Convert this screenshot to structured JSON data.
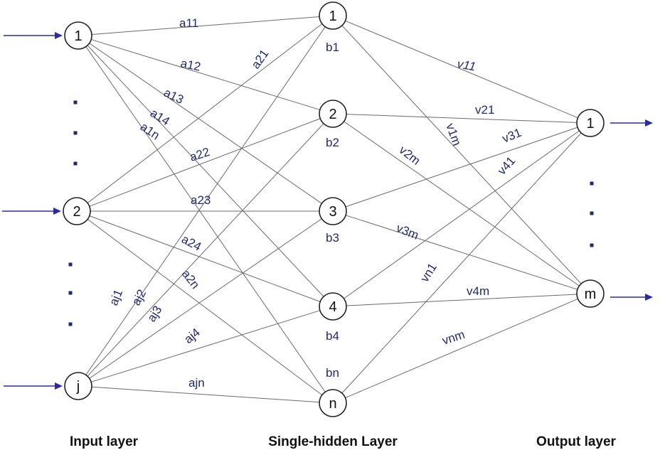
{
  "colors": {
    "edge": "#6b6b6b",
    "label": "#1f2a6e",
    "arrow": "#2a2aa8",
    "node_stroke": "#222222"
  },
  "layers": {
    "input": {
      "title": "Input layer",
      "nodes": [
        "1",
        "2",
        "j"
      ]
    },
    "hidden": {
      "title": "Single-hidden Layer",
      "nodes": [
        "1",
        "2",
        "3",
        "4",
        "n"
      ]
    },
    "output": {
      "title": "Output layer",
      "nodes": [
        "1",
        "m"
      ]
    }
  },
  "biases": [
    "b1",
    "b2",
    "b3",
    "b4",
    "bn"
  ],
  "edges": [
    {
      "from": "i1",
      "to": "h1",
      "label": "a11"
    },
    {
      "from": "i1",
      "to": "h2",
      "label": "a12"
    },
    {
      "from": "i1",
      "to": "h3",
      "label": "a13"
    },
    {
      "from": "i1",
      "to": "h4",
      "label": "a14"
    },
    {
      "from": "i1",
      "to": "hn",
      "label": "a1n"
    },
    {
      "from": "i2",
      "to": "h1",
      "label": "a21"
    },
    {
      "from": "i2",
      "to": "h2",
      "label": "a22"
    },
    {
      "from": "i2",
      "to": "h3",
      "label": "a23"
    },
    {
      "from": "i2",
      "to": "h4",
      "label": "a24"
    },
    {
      "from": "i2",
      "to": "hn",
      "label": "a2n"
    },
    {
      "from": "ij",
      "to": "h1",
      "label": "aj1"
    },
    {
      "from": "ij",
      "to": "h2",
      "label": "aj2"
    },
    {
      "from": "ij",
      "to": "h3",
      "label": "aj3"
    },
    {
      "from": "ij",
      "to": "h4",
      "label": "aj4"
    },
    {
      "from": "ij",
      "to": "hn",
      "label": "ajn"
    },
    {
      "from": "h1",
      "to": "o1",
      "label": "v11"
    },
    {
      "from": "h1",
      "to": "om",
      "label": "v1m"
    },
    {
      "from": "h2",
      "to": "o1",
      "label": "v21"
    },
    {
      "from": "h2",
      "to": "om",
      "label": "v2m"
    },
    {
      "from": "h3",
      "to": "o1",
      "label": "v31"
    },
    {
      "from": "h3",
      "to": "om",
      "label": "v3m"
    },
    {
      "from": "h4",
      "to": "o1",
      "label": "v41"
    },
    {
      "from": "h4",
      "to": "om",
      "label": "v4m"
    },
    {
      "from": "hn",
      "to": "o1",
      "label": "vn1"
    },
    {
      "from": "hn",
      "to": "om",
      "label": "vnm"
    }
  ]
}
